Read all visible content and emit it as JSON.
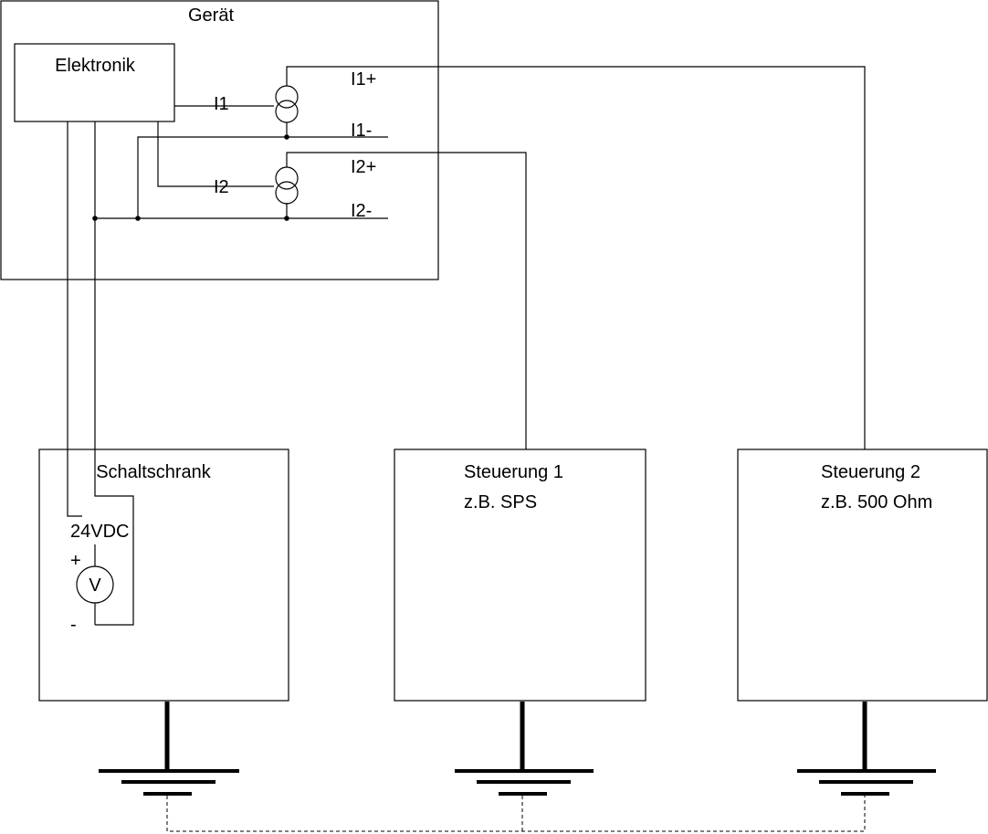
{
  "device": {
    "title": "Gerät"
  },
  "electronics": {
    "label": "Elektronik"
  },
  "outputs": {
    "i1_label": "I1",
    "i1_plus": "I1+",
    "i1_minus": "I1-",
    "i2_label": "I2",
    "i2_plus": "I2+",
    "i2_minus": "I2-"
  },
  "cabinet": {
    "title": "Schaltschrank",
    "supply": "24VDC",
    "plus": "+",
    "minus": "-",
    "voltmeter": "V"
  },
  "controller1": {
    "title": "Steuerung 1",
    "subtitle": "z.B. SPS"
  },
  "controller2": {
    "title": "Steuerung 2",
    "subtitle": "z.B. 500 Ohm"
  }
}
